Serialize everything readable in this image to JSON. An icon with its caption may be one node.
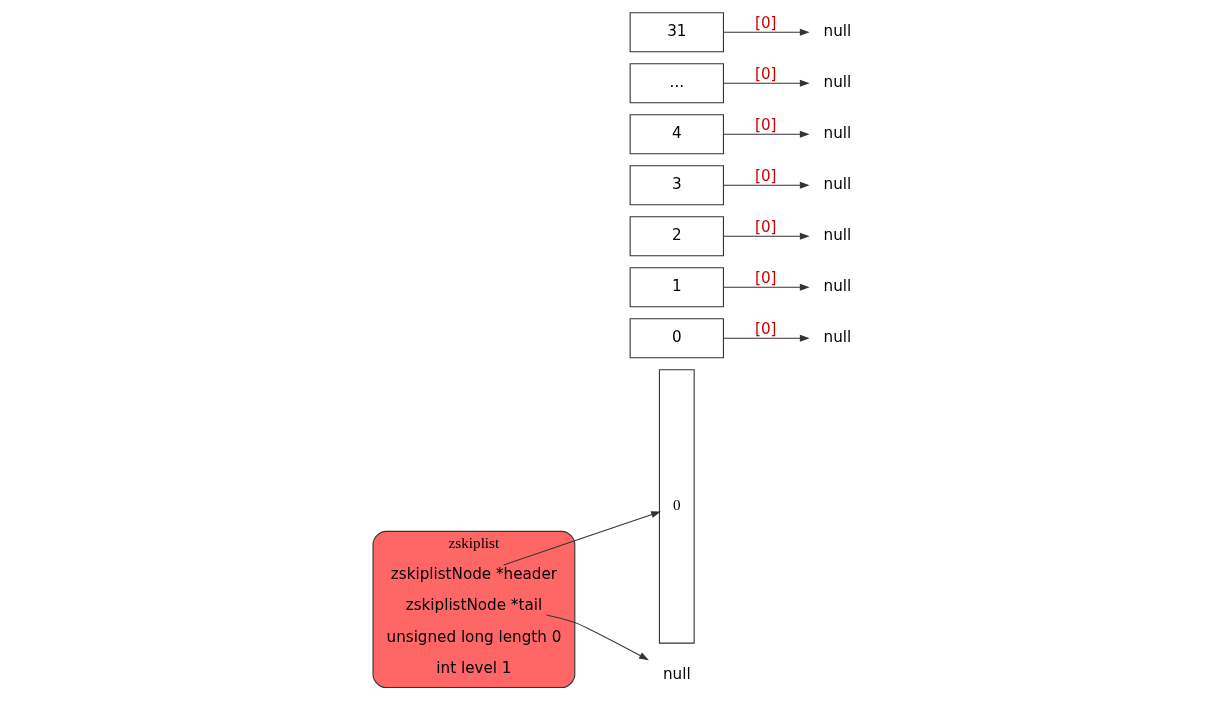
{
  "diagram": {
    "nodes": [
      {
        "text": [
          "0"
        ]
      },
      {
        "text": [
          "0"
        ]
      },
      {
        "text": [
          "1"
        ]
      },
      {
        "text": [
          "2"
        ]
      },
      {
        "text": [
          "3"
        ]
      },
      {
        "text": [
          "4"
        ]
      },
      {
        "text": [
          "..."
        ]
      },
      {
        "text": [
          "31"
        ]
      },
      {
        "text": [
          "null"
        ]
      },
      {
        "text": [
          "null"
        ]
      },
      {
        "text": [
          "null"
        ]
      },
      {
        "text": [
          "null"
        ]
      },
      {
        "text": [
          "null"
        ]
      },
      {
        "text": [
          "null"
        ]
      },
      {
        "text": [
          "null"
        ]
      },
      {
        "text": [
          "zskiplist"
        ]
      },
      {
        "text": [
          "zskiplistNode *header"
        ],
        "in": 15
      },
      {
        "text": [
          "zskiplistNode *tail"
        ],
        "in": 15
      },
      {
        "text": [
          "unsigned long length 0"
        ],
        "in": 15
      },
      {
        "text": [
          "int level 1"
        ],
        "in": 15
      },
      {
        "text": [
          "null"
        ]
      }
    ],
    "edges": [
      {
        "from": 1,
        "to": 8,
        "arrow": "to",
        "label": "[0]"
      },
      {
        "from": 2,
        "to": 9,
        "arrow": "to",
        "label": "[0]"
      },
      {
        "from": 3,
        "to": 10,
        "arrow": "to",
        "label": "[0]"
      },
      {
        "from": 4,
        "to": 11,
        "arrow": "to",
        "label": "[0]"
      },
      {
        "from": 5,
        "to": 12,
        "arrow": "to",
        "label": "[0]"
      },
      {
        "from": 6,
        "to": 13,
        "arrow": "to",
        "label": "[0]"
      },
      {
        "from": 7,
        "to": 14,
        "arrow": "to",
        "label": "[0]"
      },
      {
        "from": 16,
        "to": 0,
        "arrow": "to"
      },
      {
        "from": 17,
        "to": 20,
        "arrow": "to"
      }
    ]
  }
}
